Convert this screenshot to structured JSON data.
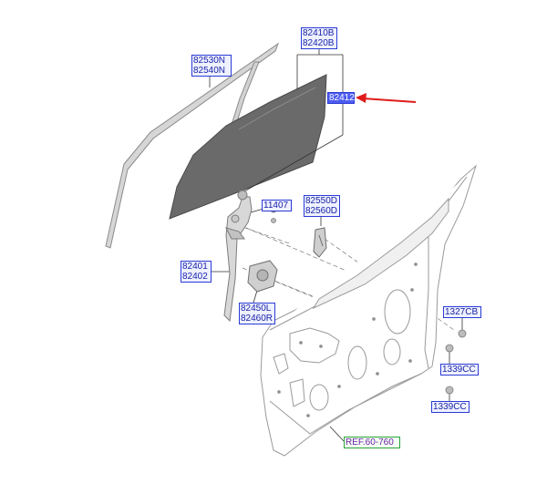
{
  "callouts": {
    "glass_frame": [
      "82530N",
      "82540N"
    ],
    "glass_assy": [
      "82410B",
      "82420B"
    ],
    "glass": "82412",
    "bolt_11407": "11407",
    "channel": [
      "82550D",
      "82560D"
    ],
    "regulator": [
      "82401",
      "82402"
    ],
    "motor": [
      "82450L",
      "82460R"
    ],
    "plug_1327": "1327CB",
    "plug_1339_upper": "1339CC",
    "plug_1339_lower": "1339CC",
    "reference": "REF.60-760"
  },
  "colors": {
    "callout_border": "#2b3bd6",
    "callout_fill": "#eef1ff",
    "highlight_fill": "#4d5cf0",
    "arrow": "#e01b1b",
    "ref_border": "#27a33a",
    "ref_text": "#6d1fa8"
  }
}
